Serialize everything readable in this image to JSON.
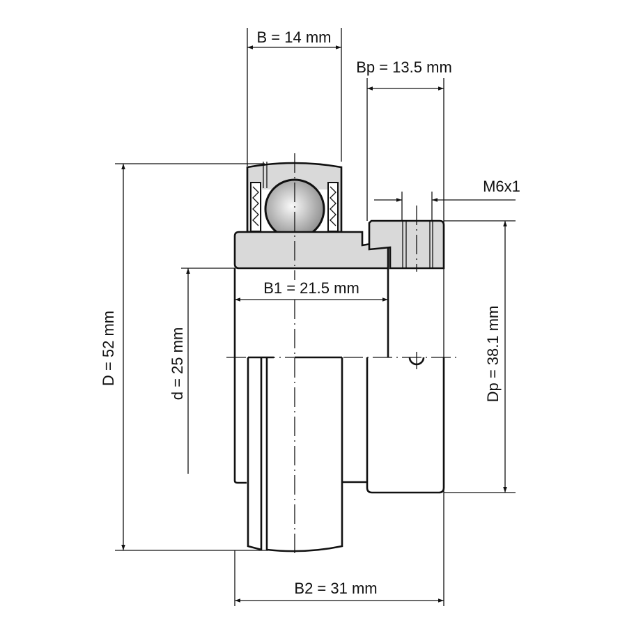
{
  "drawing": {
    "title": "Insert bearing with eccentric locking collar",
    "dimensions": {
      "B": "B = 14 mm",
      "Bp": "Bp = 13.5 mm",
      "thread": "M6x1",
      "D": "D = 52 mm",
      "d": "d = 25 mm",
      "Dp": "Dp = 38.1 mm",
      "B1": "B1 = 21.5 mm",
      "B2": "B2 = 31 mm"
    },
    "colors": {
      "line": "#111111",
      "fill": "#d9d9d9"
    }
  }
}
